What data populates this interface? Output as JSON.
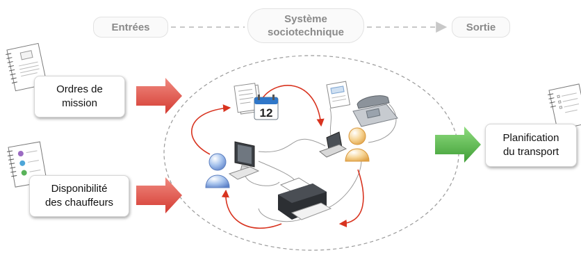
{
  "header": {
    "inputs_label": "Entrées",
    "system_label": "Système\nsociotechnique",
    "output_label": "Sortie"
  },
  "inputs": [
    {
      "label": "Ordres de\nmission"
    },
    {
      "label": "Disponibilité\ndes chauffeurs"
    }
  ],
  "output": {
    "label": "Planification\ndu transport"
  },
  "calendar": {
    "day": "12"
  },
  "icons": [
    "document-icon",
    "profiles-document-icon",
    "output-document-icon",
    "calendar-icon",
    "telephone-icon",
    "computer-monitor-icon",
    "laptop-icon",
    "printer-icon",
    "user-blue-icon",
    "user-orange-icon"
  ],
  "colors": {
    "input_arrow": "#e0524c",
    "output_arrow": "#4caf45",
    "flow_arrow": "#d8331f",
    "pill_text": "#8a8a8a"
  }
}
